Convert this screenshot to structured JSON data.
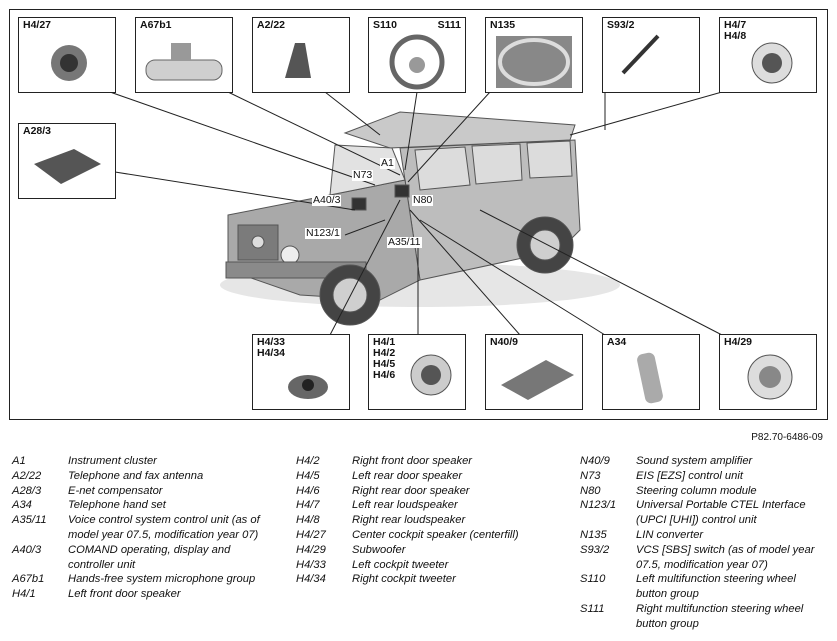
{
  "diagram": {
    "boxes": [
      {
        "id": "h427",
        "labels": [
          "H4/27"
        ]
      },
      {
        "id": "a67b1",
        "labels": [
          "A67b1"
        ]
      },
      {
        "id": "a222",
        "labels": [
          "A2/22"
        ]
      },
      {
        "id": "s110",
        "labels": [
          "S110",
          "S111"
        ]
      },
      {
        "id": "n135",
        "labels": [
          "N135"
        ]
      },
      {
        "id": "s932",
        "labels": [
          "S93/2"
        ]
      },
      {
        "id": "h47",
        "labels": [
          "H4/7\nH4/8"
        ]
      },
      {
        "id": "a283",
        "labels": [
          "A28/3"
        ]
      },
      {
        "id": "h433",
        "labels": [
          "H4/33\nH4/34"
        ]
      },
      {
        "id": "h41",
        "labels": [
          "H4/1\nH4/2\nH4/5\nH4/6"
        ]
      },
      {
        "id": "n409",
        "labels": [
          "N40/9"
        ]
      },
      {
        "id": "a34",
        "labels": [
          "A34"
        ]
      },
      {
        "id": "h429",
        "labels": [
          "H4/29"
        ]
      }
    ],
    "callouts": {
      "a1": "A1",
      "n73": "N73",
      "a403": "A40/3",
      "n80": "N80",
      "n1231": "N123/1",
      "a3511": "A35/11"
    },
    "reference": "P82.70-6486-09"
  },
  "legend": {
    "col1": [
      {
        "code": "A1",
        "desc": "Instrument cluster"
      },
      {
        "code": "A2/22",
        "desc": "Telephone and fax antenna"
      },
      {
        "code": "A28/3",
        "desc": "E-net compensator"
      },
      {
        "code": "A34",
        "desc": "Telephone hand set"
      },
      {
        "code": "A35/11",
        "desc": "Voice control system control unit (as of model year 07.5, modification year 07)"
      },
      {
        "code": "A40/3",
        "desc": "COMAND operating, display and controller unit"
      },
      {
        "code": "A67b1",
        "desc": "Hands-free system microphone group"
      },
      {
        "code": "H4/1",
        "desc": "Left front door speaker"
      }
    ],
    "col2": [
      {
        "code": "H4/2",
        "desc": "Right front door speaker"
      },
      {
        "code": "H4/5",
        "desc": "Left rear door speaker"
      },
      {
        "code": "H4/6",
        "desc": "Right rear door speaker"
      },
      {
        "code": "H4/7",
        "desc": "Left rear loudspeaker"
      },
      {
        "code": "H4/8",
        "desc": "Right rear loudspeaker"
      },
      {
        "code": "H4/27",
        "desc": "Center cockpit speaker (centerfill)"
      },
      {
        "code": "H4/29",
        "desc": "Subwoofer"
      },
      {
        "code": "H4/33",
        "desc": "Left cockpit tweeter"
      },
      {
        "code": "H4/34",
        "desc": "Right cockpit tweeter"
      }
    ],
    "col3": [
      {
        "code": "N40/9",
        "desc": "Sound system amplifier"
      },
      {
        "code": "N73",
        "desc": "EIS [EZS] control unit"
      },
      {
        "code": "N80",
        "desc": "Steering column module"
      },
      {
        "code": "N123/1",
        "desc": "Universal Portable CTEL Interface (UPCI [UHI]) control unit"
      },
      {
        "code": "N135",
        "desc": "LIN converter"
      },
      {
        "code": "S93/2",
        "desc": "VCS [SBS] switch (as of model year 07.5, modification year 07)"
      },
      {
        "code": "S110",
        "desc": "Left multifunction steering wheel button group"
      },
      {
        "code": "S111",
        "desc": "Right multifunction steering wheel button group"
      }
    ]
  }
}
